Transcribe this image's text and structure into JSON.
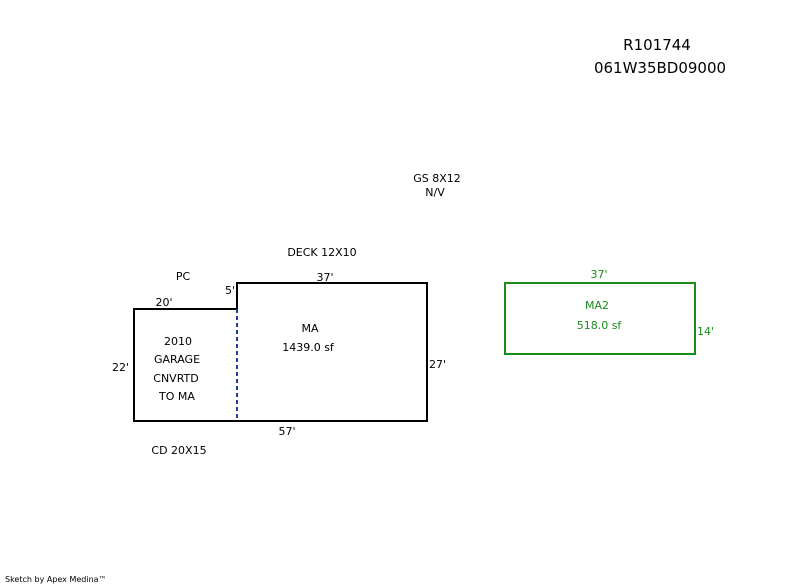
{
  "header": {
    "record_id": "R101744",
    "parcel_id": "061W35BD09000"
  },
  "labels": {
    "gs": "GS 8X12",
    "gs_note": "N/V",
    "deck": "DECK 12X10",
    "pc": "PC",
    "cd": "CD 20X15"
  },
  "main_building": {
    "name": "MA",
    "area": "1439.0 sf",
    "top_dim": "37'",
    "bottom_dim": "57'",
    "right_dim": "27'",
    "step_dim": "5'",
    "color": "#000000"
  },
  "garage": {
    "top_dim": "20'",
    "left_dim": "22'",
    "note_line1": "2010",
    "note_line2": "GARAGE",
    "note_line3": "CNVRTD",
    "note_line4": "TO MA",
    "divider_color": "#1f3f9a"
  },
  "ma2": {
    "name": "MA2",
    "area": "518.0 sf",
    "top_dim": "37'",
    "right_dim": "14'",
    "color": "#1a8a1a"
  },
  "footer": {
    "credit": "Sketch by Apex Medina™"
  }
}
